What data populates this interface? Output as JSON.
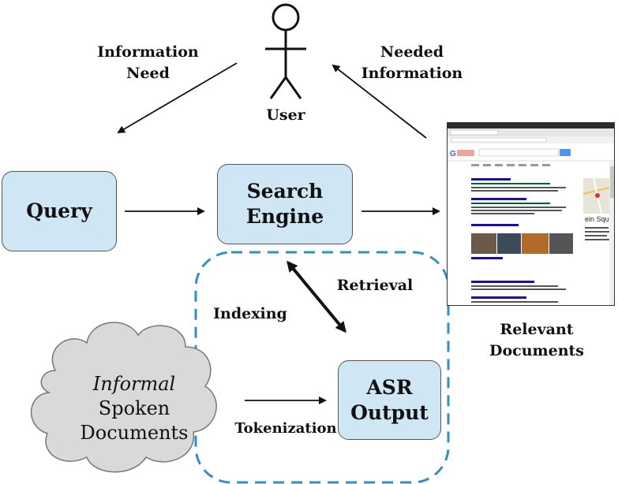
{
  "labels": {
    "information_need_line1": "Information",
    "information_need_line2": "Need",
    "needed_information_line1": "Needed",
    "needed_information_line2": "Information",
    "user": "User",
    "query": "Query",
    "search_engine_line1": "Search",
    "search_engine_line2": "Engine",
    "retrieval": "Retrieval",
    "indexing": "Indexing",
    "relevant_documents_line1": "Relevant",
    "relevant_documents_line2": "Documents",
    "asr_output_line1": "ASR",
    "asr_output_line2": "Output",
    "informal": "Informal",
    "spoken": "Spoken",
    "documents": "Documents",
    "tokenization": "Tokenization"
  },
  "colors": {
    "box_fill": "#cfe6f5",
    "dashed_region": "#2f8fc6",
    "cloud_fill": "#d9d9d9"
  },
  "icons": {
    "user": "stick-figure-icon",
    "results": "search-results-screenshot"
  }
}
